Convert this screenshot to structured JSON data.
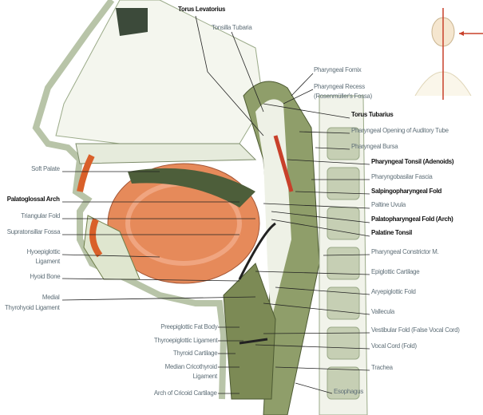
{
  "labels": {
    "torus_levatorius": "Torus Levatorius",
    "tonsilla_tubaria": "Tonsilla Tubaria",
    "pharyngeal_fornix": "Pharyngeal Fornix",
    "pharyngeal_recess": "Pharyngeal Recess",
    "rosenmuller_fossa": "(Rosenmüller's Fossa)",
    "torus_tubarius": "Torus Tubarius",
    "pharyngeal_opening": "Pharyngeal Opening of Auditory Tube",
    "pharyngeal_bursa": "Pharyngeal Bursa",
    "pharyngeal_tonsil": "Pharyngeal Tonsil (Adenoids)",
    "pharyngobasilar_fascia": "Pharyngobasilar Fascia",
    "salpingopharyngeal_fold": "Salpingopharyngeal Fold",
    "paltine_uvula": "Paltine Uvula",
    "palatopharyngeal_fold": "Palatopharyngeal Fold (Arch)",
    "palatine_tonsil": "Palatine Tonsil",
    "pharyngeal_constrictor": "Pharyngeal Constrictor M.",
    "epiglottic_cartilage": "Epiglottic Cartilage",
    "aryepiglottic_fold": "Aryepiglottic Fold",
    "vallecula": "Vallecula",
    "vestibular_fold": "Vestibular Fold (False Vocal Cord)",
    "vocal_cord": "Vocal Cord (Fold)",
    "trachea": "Trachea",
    "esophagus": "Esophagus",
    "soft_palate": "Soft Palate",
    "palatoglossal_arch": "Palatoglossal Arch",
    "triangular_fold": "Triangular Fold",
    "supratonsillar_fossa": "Supratonsillar Fossa",
    "hyoepiglottic_1": "Hyoepiglottic",
    "hyoepiglottic_2": "Ligament",
    "hyoid_bone": "Hyoid Bone",
    "medial_1": "Medial",
    "medial_2": "Thyrohyoid Ligament",
    "preepiglottic": "Preepiglottic Fat Body",
    "thyroepiglottic": "Thyroepiglottic Ligament",
    "thyroid_cartilage": "Thyroid Cartilage",
    "median_crico_1": "Median Cricothyroid",
    "median_crico_2": "Ligament",
    "arch_cricoid": "Arch of Cricoid Cartilage"
  },
  "colors": {
    "muscle": "#e07040",
    "tissue": "#6f7f4a",
    "bone": "#e9eee0",
    "accent": "#c8402a"
  }
}
